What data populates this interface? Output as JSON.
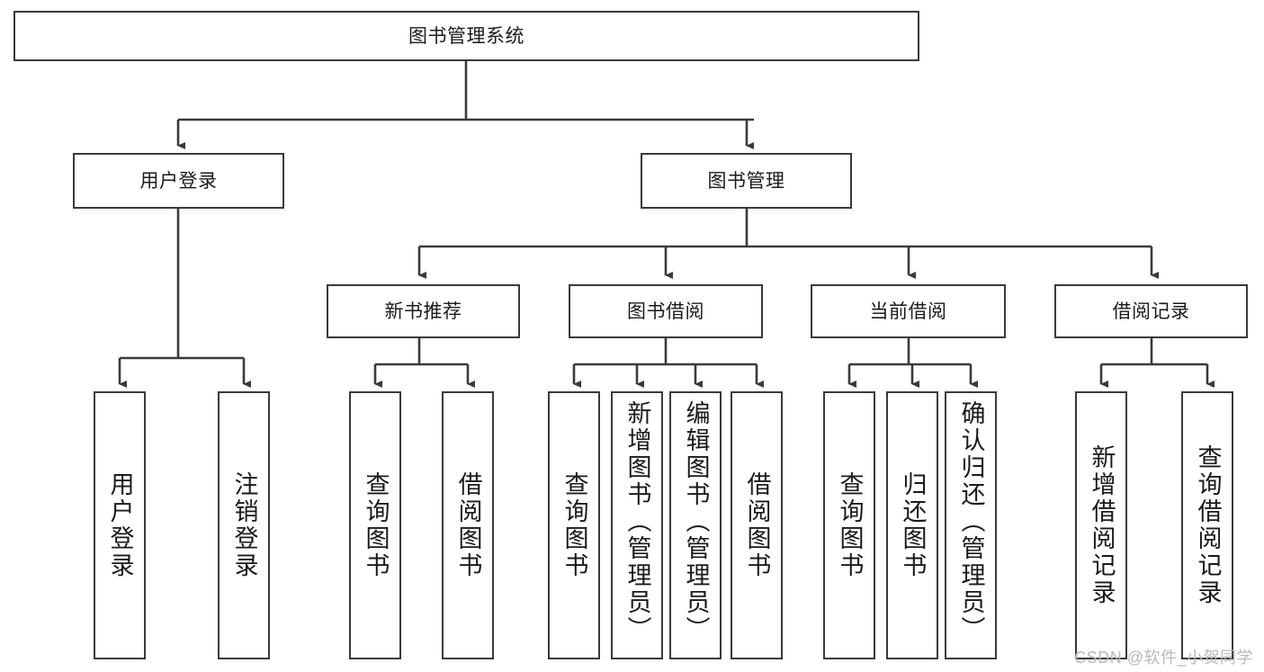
{
  "diagram": {
    "title": "图书管理系统",
    "stroke_color": "#3a3a3a",
    "background_color": "#ffffff",
    "text_color": "#1a1a1a",
    "watermark": "CSDN @软件_小贺同学",
    "nodes": {
      "root": {
        "label": "图书管理系统"
      },
      "level2": [
        {
          "id": "user-login",
          "label": "用户登录"
        },
        {
          "id": "book-management",
          "label": "图书管理"
        }
      ],
      "level3": [
        {
          "id": "new-book-recommend",
          "label": "新书推荐"
        },
        {
          "id": "book-borrow",
          "label": "图书借阅"
        },
        {
          "id": "current-borrow",
          "label": "当前借阅"
        },
        {
          "id": "borrow-record",
          "label": "借阅记录"
        }
      ],
      "leaves": {
        "user_login": [
          {
            "id": "leaf-user-login",
            "label": "用户登录"
          },
          {
            "id": "leaf-logout-login",
            "label": "注销登录"
          }
        ],
        "new_book_recommend": [
          {
            "id": "leaf-query-book-1",
            "label": "查询图书"
          },
          {
            "id": "leaf-borrow-book-1",
            "label": "借阅图书"
          }
        ],
        "book_borrow": [
          {
            "id": "leaf-query-book-2",
            "label": "查询图书"
          },
          {
            "id": "leaf-add-book",
            "label": "新增图书（管理员）"
          },
          {
            "id": "leaf-edit-book",
            "label": "编辑图书（管理员）"
          },
          {
            "id": "leaf-borrow-book-2",
            "label": "借阅图书"
          }
        ],
        "current_borrow": [
          {
            "id": "leaf-query-book-3",
            "label": "查询图书"
          },
          {
            "id": "leaf-return-book",
            "label": "归还图书"
          },
          {
            "id": "leaf-confirm-return",
            "label": "确认归还（管理员）"
          }
        ],
        "borrow_record": [
          {
            "id": "leaf-add-borrow-record",
            "label": "新增借阅记录"
          },
          {
            "id": "leaf-query-borrow-record",
            "label": "查询借阅记录"
          }
        ]
      }
    }
  }
}
